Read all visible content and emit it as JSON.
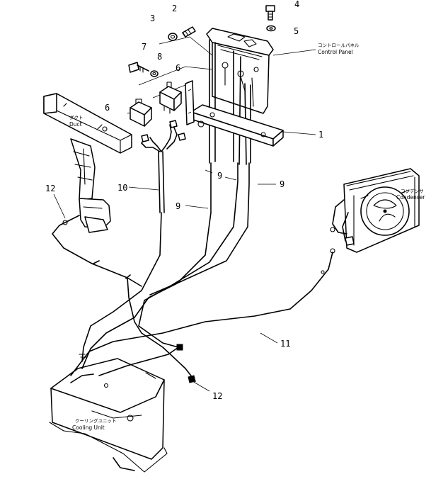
{
  "callouts": {
    "n1": "1",
    "n2": "2",
    "n3": "3",
    "n4": "4",
    "n5": "5",
    "n6a": "6",
    "n6b": "6",
    "n7": "7",
    "n8": "8",
    "n9a": "9",
    "n9b": "9",
    "n9c": "9",
    "n10": "10",
    "n11": "11",
    "n12a": "12",
    "n12b": "12"
  },
  "labels": {
    "control_panel_jp": "コントロールパネル",
    "control_panel_en": "Control Panel",
    "duct_jp": "ダクト",
    "duct_en": "Duct",
    "condenser_jp": "コンデンサ",
    "condenser_en": "Condenser",
    "cooling_unit_jp": "クーリングユニット",
    "cooling_unit_en": "Cooling Unit"
  }
}
